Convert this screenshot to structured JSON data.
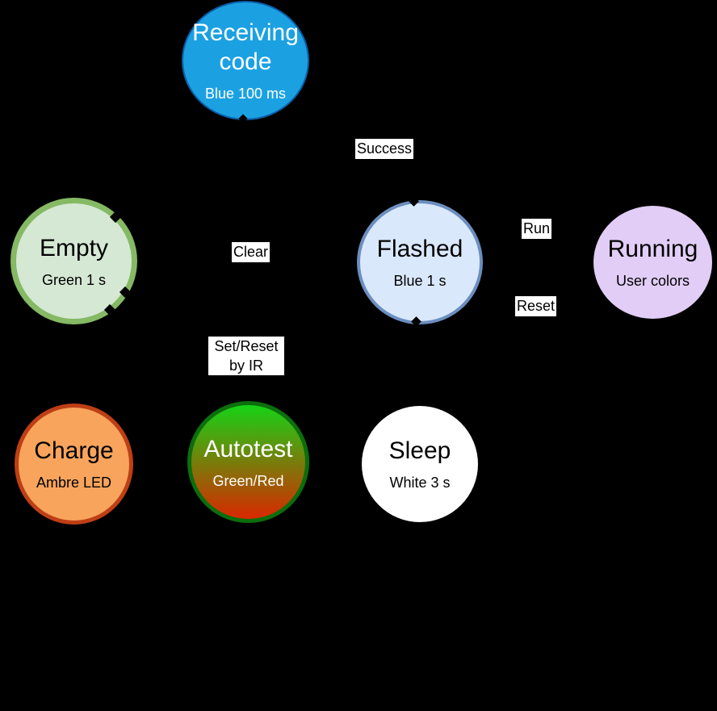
{
  "diagram": {
    "background": "#000000",
    "label_bg": "#FFFFFF",
    "states": [
      {
        "name": "Receiving code",
        "subtitle": "Blue 100 ms",
        "fill": "#1BA1E2",
        "stroke": "#0A5EA8",
        "text_color": "#FFFFFF"
      },
      {
        "name": "Empty",
        "subtitle": "Green 1 s",
        "fill": "#D5E8D4",
        "stroke": "#85B964",
        "text_color": "#000000"
      },
      {
        "name": "Flashed",
        "subtitle": "Blue 1 s",
        "fill": "#DAE8FC",
        "stroke": "#6C8EBF",
        "text_color": "#000000"
      },
      {
        "name": "Running",
        "subtitle": "User colors",
        "fill": "#E1CDF5",
        "stroke": "#E1CDF5",
        "text_color": "#000000"
      },
      {
        "name": "Charge",
        "subtitle": "Ambre LED",
        "fill": "#F8A45C",
        "stroke": "#BE3F15",
        "text_color": "#000000"
      },
      {
        "name": "Autotest",
        "subtitle": "Green/Red",
        "fill_top": "#16D316",
        "fill_bottom": "#D92800",
        "stroke": "#0C6E0C",
        "text_color": "#FFFFFF"
      },
      {
        "name": "Sleep",
        "subtitle": "White 3 s",
        "fill": "#FFFFFF",
        "stroke": "#FFFFFF",
        "text_color": "#000000"
      }
    ],
    "transitions": [
      {
        "label": "Success"
      },
      {
        "label": "Clear"
      },
      {
        "label": "Set/Reset by IR"
      },
      {
        "label": "Run"
      },
      {
        "label": "Reset"
      }
    ]
  }
}
